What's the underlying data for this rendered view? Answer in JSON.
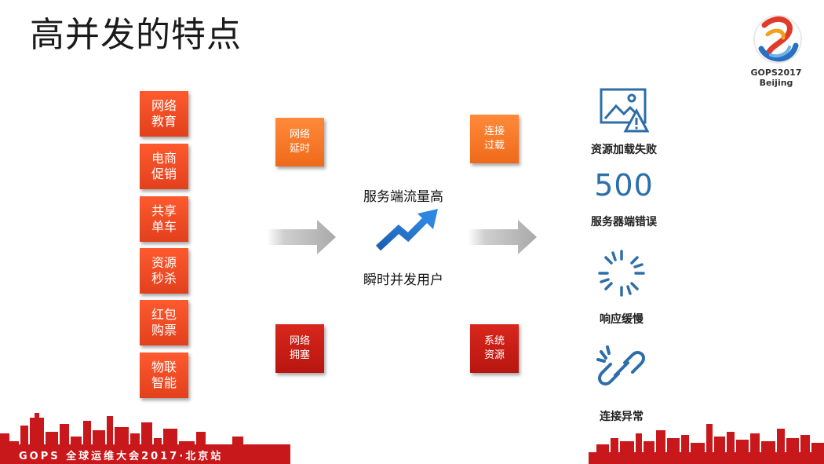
{
  "slide": {
    "title": "高并发的特点"
  },
  "logo": {
    "line1": "GOPS2017",
    "line2": "Beijing"
  },
  "scenarios": [
    {
      "line1": "网络",
      "line2": "教育"
    },
    {
      "line1": "电商",
      "line2": "促销"
    },
    {
      "line1": "共享",
      "line2": "单车"
    },
    {
      "line1": "资源",
      "line2": "秒杀"
    },
    {
      "line1": "红包",
      "line2": "购票"
    },
    {
      "line1": "物联",
      "line2": "智能"
    }
  ],
  "issues": {
    "network_latency": {
      "line1": "网络",
      "line2": "延时"
    },
    "connection_overload": {
      "line1": "连接",
      "line2": "过载"
    },
    "network_congestion": {
      "line1": "网络",
      "line2": "拥塞"
    },
    "system_resources": {
      "line1": "系统",
      "line2": "资源"
    }
  },
  "center": {
    "top_label": "服务端流量高",
    "bottom_label": "瞬时并发用户"
  },
  "effects": [
    {
      "label": "资源加载失败",
      "icon": "image-warning-icon"
    },
    {
      "label": "服务器端错误",
      "icon": "500-icon",
      "code": "500"
    },
    {
      "label": "响应缓慢",
      "icon": "loading-spinner-icon"
    },
    {
      "label": "连接异常",
      "icon": "broken-link-icon"
    }
  ],
  "footer": {
    "text": "GOPS 全球运维大会2017·北京站"
  },
  "colors": {
    "scenario": "#e84a22",
    "issue_orange": "#f47a2a",
    "issue_red": "#c81d16",
    "accent_blue": "#2d6ea8",
    "footer_red": "#c8181b"
  }
}
